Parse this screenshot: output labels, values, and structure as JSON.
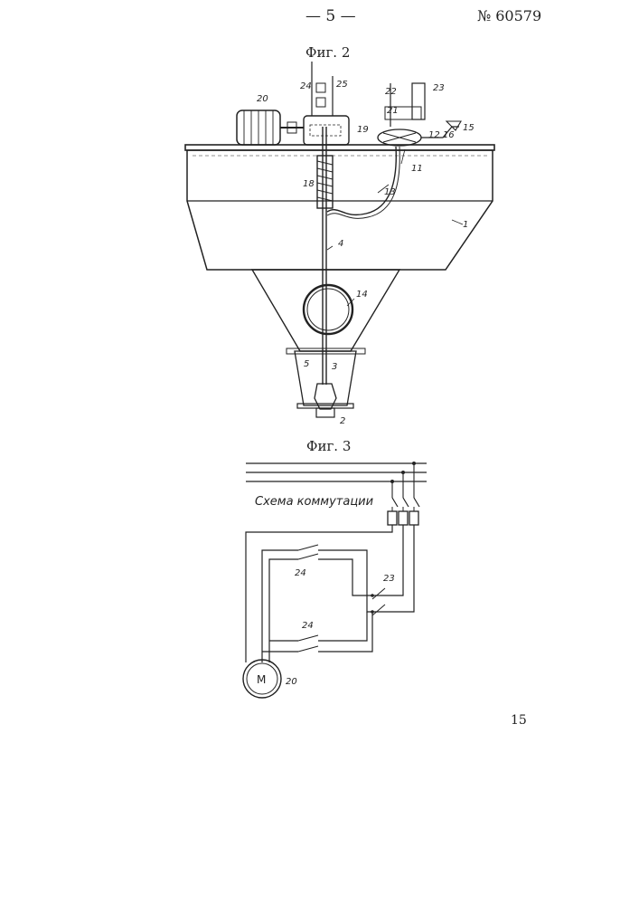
{
  "header": {
    "page_number": "— 5 —",
    "patent_number": "№ 60579"
  },
  "figure2": {
    "caption": "Фиг. 2",
    "labels": [
      "1",
      "2",
      "3",
      "4",
      "5",
      "11",
      "12",
      "13",
      "14",
      "15",
      "16",
      "18",
      "19",
      "20",
      "21",
      "22",
      "23",
      "24",
      "25"
    ]
  },
  "figure3": {
    "caption": "Фиг. 3",
    "scheme_title": "Схема коммутации",
    "motor_symbol": "М",
    "labels": [
      "24",
      "23",
      "24",
      "20"
    ]
  },
  "footer": {
    "margin_number": "15"
  }
}
